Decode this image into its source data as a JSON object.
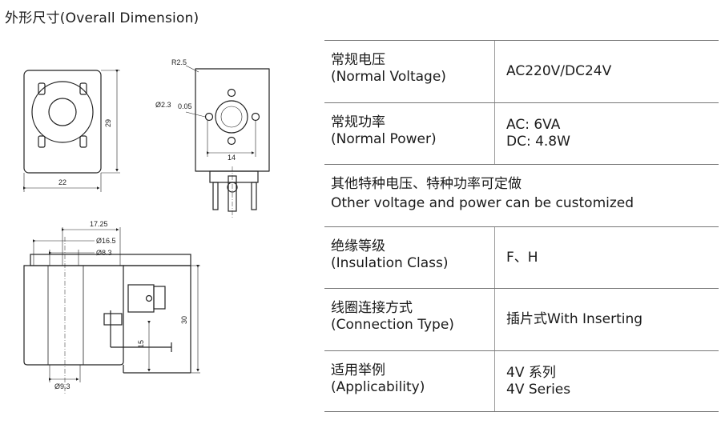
{
  "title": "外形尺寸(Overall Dimension)",
  "drawing": {
    "front_view": {
      "height_dim": "29",
      "width_dim": "22"
    },
    "side_view": {
      "radius": "R2.5",
      "hole_dia": "Ø2.3",
      "hole_tol": "0.05",
      "pin_pitch": "14"
    },
    "section_view": {
      "offset": "17.25",
      "dia_outer": "Ø16.5",
      "dia_inner": "Ø8.3",
      "height_total": "30",
      "pin_height": "15",
      "dia_bottom": "Ø9.3"
    }
  },
  "specs": [
    {
      "label_cn": "常规电压",
      "label_en": "(Normal Voltage)",
      "values": [
        "AC220V/DC24V"
      ]
    },
    {
      "label_cn": "常规功率",
      "label_en": "(Normal Power)",
      "values": [
        "AC: 6VA",
        "DC: 4.8W"
      ]
    },
    {
      "full_cn": "其他特种电压、特种功率可定做",
      "full_en": "Other voltage and power can be customized"
    },
    {
      "label_cn": "绝缘等级",
      "label_en": "(Insulation Class)",
      "values": [
        "F、H"
      ]
    },
    {
      "label_cn": "线圈连接方式",
      "label_en": "(Connection Type)",
      "values": [
        "插片式With Inserting"
      ]
    },
    {
      "label_cn": "适用举例",
      "label_en": "(Applicability)",
      "values": [
        "4V 系列",
        "4V Series"
      ]
    }
  ]
}
